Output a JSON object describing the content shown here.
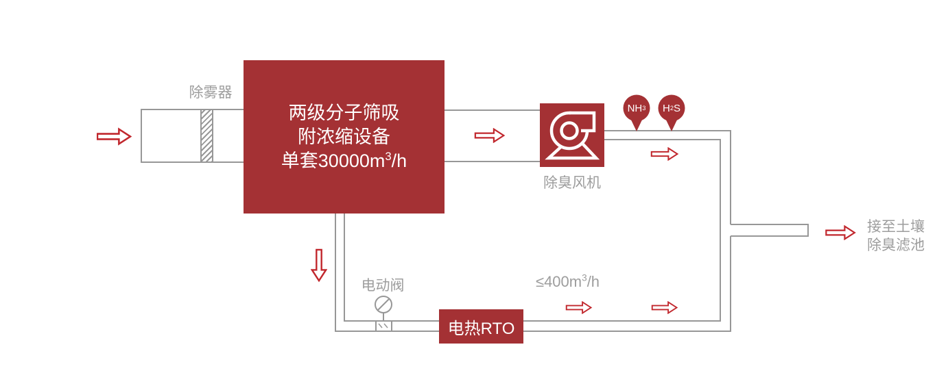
{
  "colors": {
    "box_red": "#A43134",
    "arrow_red": "#C1272D",
    "line_gray": "#979797",
    "label_gray": "#9D9D9D",
    "text_white": "#FFFFFF"
  },
  "diagram": {
    "demister": {
      "label": "除雾器"
    },
    "adsorber": {
      "line1": "两级分子筛吸",
      "line2": "附浓缩设备",
      "line3_base": "单套30000m",
      "line3_sup": "3",
      "line3_tail": "/h"
    },
    "fan": {
      "label": "除臭风机",
      "icon": "centrifugal-fan-icon"
    },
    "gas_markers": {
      "nh3": {
        "base": "NH",
        "sub": "3"
      },
      "h2s": {
        "p1": "H",
        "sub": "2",
        "p2": "S"
      }
    },
    "valve": {
      "label": "电动阀",
      "icon": "motor-valve-icon"
    },
    "rto": {
      "label": "电热RTO"
    },
    "flow_limit": {
      "base": "≤400m",
      "sup": "3",
      "tail": "/h"
    },
    "outlet": {
      "line1": "接至土壤",
      "line2": "除臭滤池"
    }
  }
}
